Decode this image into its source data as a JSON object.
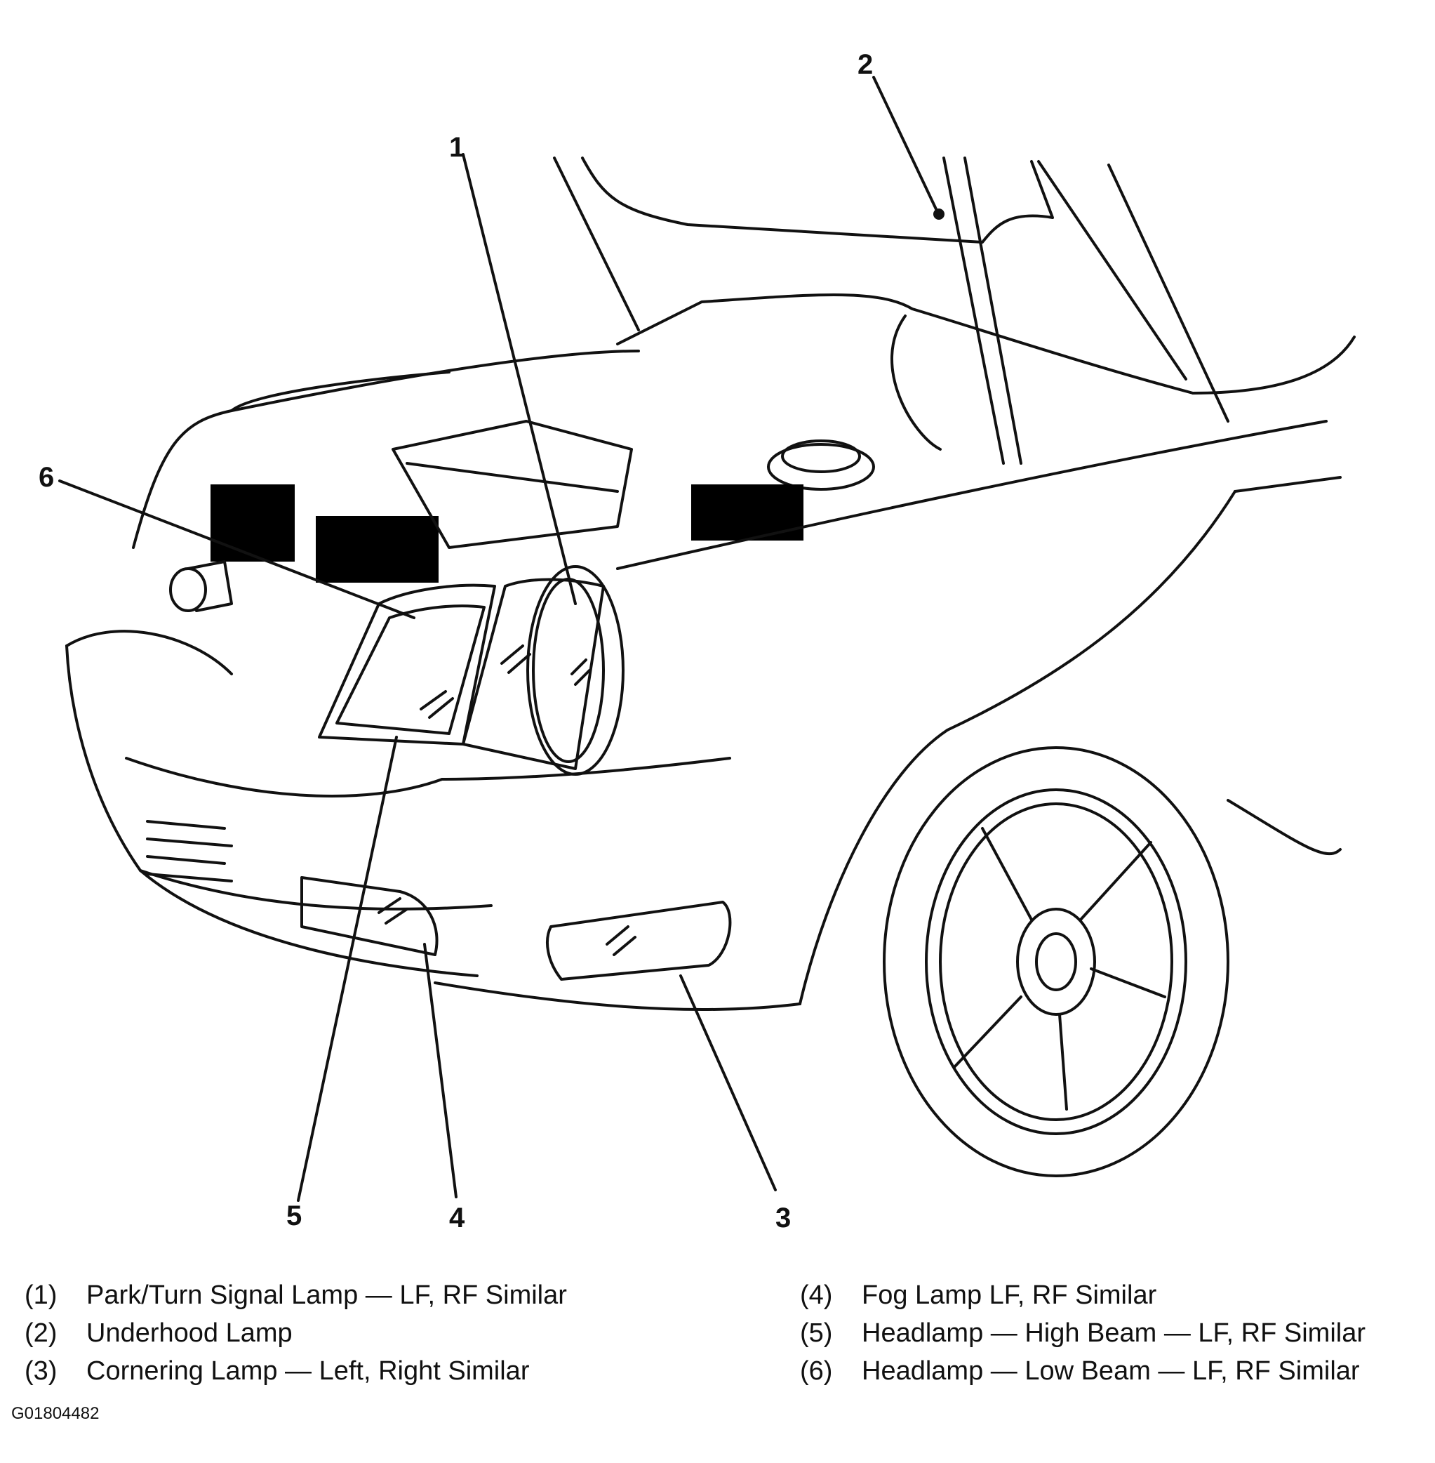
{
  "callouts": [
    {
      "number": "1"
    },
    {
      "number": "2"
    },
    {
      "number": "3"
    },
    {
      "number": "4"
    },
    {
      "number": "5"
    },
    {
      "number": "6"
    }
  ],
  "legend": [
    {
      "index": "(1)",
      "text": "Park/Turn Signal Lamp — LF, RF Similar"
    },
    {
      "index": "(2)",
      "text": "Underhood Lamp"
    },
    {
      "index": "(3)",
      "text": "Cornering Lamp — Left, Right Similar"
    },
    {
      "index": "(4)",
      "text": "Fog Lamp LF, RF Similar"
    },
    {
      "index": "(5)",
      "text": "Headlamp — High Beam — LF, RF Similar"
    },
    {
      "index": "(6)",
      "text": "Headlamp — Low Beam — LF, RF Similar"
    }
  ],
  "figure_id": "G01804482"
}
